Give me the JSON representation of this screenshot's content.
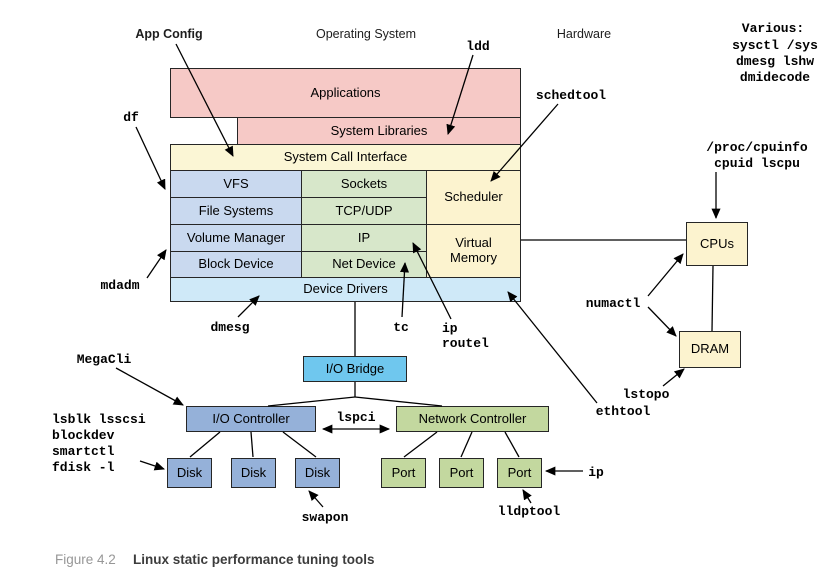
{
  "figure": {
    "number": "Figure 4.2",
    "title": "Linux static performance tuning tools"
  },
  "headers": {
    "app_config": "App Config",
    "operating_system": "Operating System",
    "hardware": "Hardware",
    "various": "Various:",
    "various_tools": [
      "sysctl /sys",
      "dmesg lshw",
      "dmidecode"
    ],
    "cpu_tools": [
      "/proc/cpuinfo",
      "cpuid lscpu"
    ]
  },
  "boxes": {
    "applications": "Applications",
    "system_libraries": "System Libraries",
    "system_call_interface": "System Call Interface",
    "vfs": "VFS",
    "sockets": "Sockets",
    "scheduler": "Scheduler",
    "file_systems": "File Systems",
    "tcp_udp": "TCP/UDP",
    "volume_manager": "Volume Manager",
    "ip": "IP",
    "virtual_memory": "Virtual Memory",
    "block_device": "Block Device",
    "net_device": "Net Device",
    "device_drivers": "Device Drivers",
    "io_bridge": "I/O Bridge",
    "io_controller": "I/O Controller",
    "network_controller": "Network Controller",
    "disk": "Disk",
    "port": "Port",
    "cpus": "CPUs",
    "dram": "DRAM"
  },
  "tools": {
    "ldd": "ldd",
    "schedtool": "schedtool",
    "df": "df",
    "mdadm": "mdadm",
    "dmesg": "dmesg",
    "megacli": "MegaCli",
    "disk_tools": [
      "lsblk lsscsi",
      "blockdev",
      "smartctl",
      "fdisk -l"
    ],
    "tc": "tc",
    "ip_routel": [
      "ip",
      "routel"
    ],
    "lspci": "lspci",
    "ethtool": "ethtool",
    "numactl": "numactl",
    "lstopo": "lstopo",
    "ip_port": "ip",
    "lldptool": "lldptool",
    "swapon": "swapon"
  },
  "colors": {
    "userspace_pink": "#f6c9c6",
    "syscall_yellow": "#fbf6d5",
    "kernel_blue": "#c9d9ef",
    "network_green": "#d7e7ca",
    "scheduler_yellow": "#fcf3cf",
    "device_drivers_blue": "#cfe9f8",
    "io_bridge_blue": "#6fc7ee",
    "controller_blue": "#95b1d9",
    "controller_green": "#c3d89f"
  }
}
